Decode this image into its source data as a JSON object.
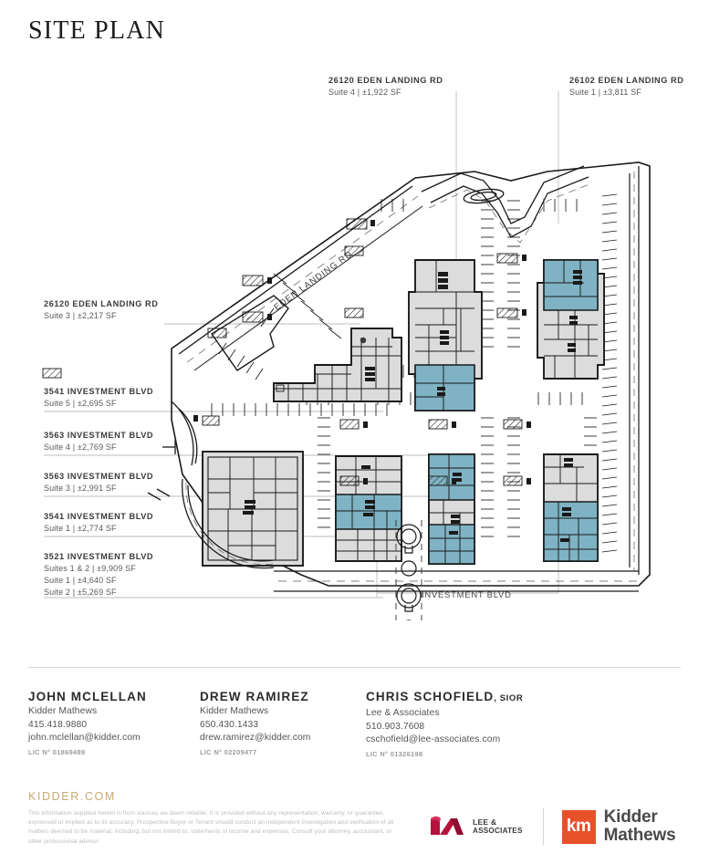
{
  "document": {
    "title": "SITE PLAN"
  },
  "map": {
    "streets": [
      {
        "name": "EDEN LANDING RD"
      },
      {
        "name": "INVESTMENT BLVD"
      }
    ],
    "street_eden": "EDEN LANDING RD",
    "street_investment": "INVESTMENT BLVD",
    "colors": {
      "highlight": "#7fb3c4",
      "building_fill": "#dcdcdc",
      "outline": "#1a1a1a",
      "leader": "#b5b5b5"
    }
  },
  "callouts": {
    "top": [
      {
        "id": "eden-26120-suite4",
        "address": "26120 EDEN LANDING RD",
        "detail": "Suite 4  |  ±1,922 SF"
      },
      {
        "id": "eden-26102-suite1",
        "address": "26102 EDEN LANDING RD",
        "detail": "Suite 1  |  ±3,811 SF"
      }
    ],
    "left": [
      {
        "id": "eden-26120-suite3",
        "address": "26120 EDEN LANDING RD",
        "details": [
          "Suite 3  |  ±2,217 SF"
        ]
      },
      {
        "id": "inv-3541-suite5",
        "address": "3541 INVESTMENT BLVD",
        "details": [
          "Suite 5  |  ±2,695 SF"
        ]
      },
      {
        "id": "inv-3563-suite4",
        "address": "3563 INVESTMENT BLVD",
        "details": [
          "Suite 4  |  ±2,769 SF"
        ]
      },
      {
        "id": "inv-3563-suite3",
        "address": "3563 INVESTMENT BLVD",
        "details": [
          "Suite 3  |  ±2,991 SF"
        ]
      },
      {
        "id": "inv-3541-suite1",
        "address": "3541 INVESTMENT BLVD",
        "details": [
          "Suite 1  |  ±2,774 SF"
        ]
      },
      {
        "id": "inv-3521-suites12",
        "address": "3521 INVESTMENT BLVD",
        "details": [
          "Suites 1 & 2  |  ±9,909 SF",
          "Suite 1  |  ±4,640 SF",
          "Suite 2  |  ±5,269 SF"
        ]
      }
    ]
  },
  "footer": {
    "contacts": [
      {
        "name": "JOHN MCLELLAN",
        "suffix": "",
        "company": "Kidder Mathews",
        "phone": "415.418.9880",
        "email": "john.mclellan@kidder.com",
        "license": "LIC N° 01869489"
      },
      {
        "name": "DREW RAMIREZ",
        "suffix": "",
        "company": "Kidder Mathews",
        "phone": "650.430.1433",
        "email": "drew.ramirez@kidder.com",
        "license": "LIC N° 02209477"
      },
      {
        "name": "CHRIS SCHOFIELD",
        "suffix": ", SIOR",
        "company": "Lee & Associates",
        "phone": "510.903.7608",
        "email": "cschofield@lee-associates.com",
        "license": "LIC N° 01326198"
      }
    ],
    "website": "KIDDER.COM",
    "disclaimer": "This information supplied herein is from sources we deem reliable. It is provided without any representation, warranty, or guarantee, expressed or implied as to its accuracy. Prospective Buyer or Tenant should conduct an independent investigation and verification of all matters deemed to be material, including, but not limited to, statements of income and expenses. Consult your attorney, accountant, or other professional advisor.",
    "logos": {
      "lee_line1": "LEE &",
      "lee_line2": "ASSOCIATES",
      "km_mark": "km",
      "km_line1": "Kidder",
      "km_line2": "Mathews",
      "lee_color": "#b5123e",
      "km_color": "#e8502a"
    }
  }
}
